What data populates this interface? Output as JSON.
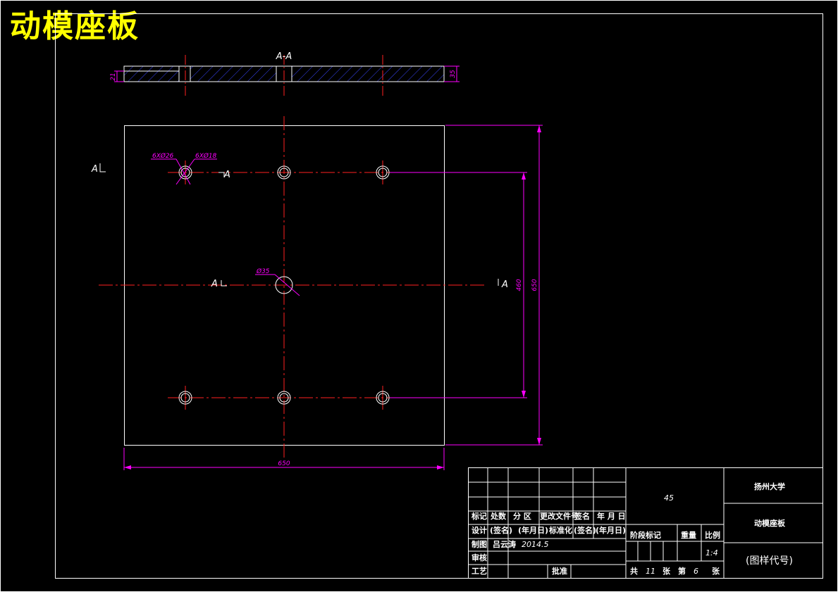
{
  "title": "动模座板",
  "section": {
    "label": "A-A",
    "dim_thickness": "35",
    "dim_step": "21"
  },
  "plan": {
    "dim_width": "650",
    "dim_height": "650",
    "dim_holes_v": "460",
    "hole_note_1": "6XØ26",
    "hole_note_2": "6XØ18",
    "center_note": "Ø35",
    "cut_label": "A"
  },
  "title_block": {
    "material": "45",
    "school": "扬州大学",
    "part_name": "动模座板",
    "drawing_code": "(图样代号)",
    "hdr": [
      "标记",
      "处数",
      "分 区",
      "更改文件号",
      "签名",
      "年 月 日"
    ],
    "row_design": [
      "设计",
      "(签名)",
      "(年月日)",
      "标准化",
      "(签名)",
      "(年月日)"
    ],
    "draft_label": "制图",
    "draft_name": "吕云涛",
    "draft_date": "2014.5",
    "review_label": "审核",
    "process_label": "工艺",
    "approve_label": "批准",
    "stage_label": "阶段标记",
    "weight_label": "重量",
    "scale_label": "比例",
    "scale": "1:4",
    "total_label": "共",
    "total": "11",
    "sheet_label": "张",
    "of_label": "第",
    "sheet": "6",
    "sheet_label2": "张"
  },
  "colors": {
    "outline": "#ffffff",
    "center": "#ff2020",
    "dim": "#ff00ff",
    "title": "#ffff00",
    "hatch": "#3a46ff"
  }
}
